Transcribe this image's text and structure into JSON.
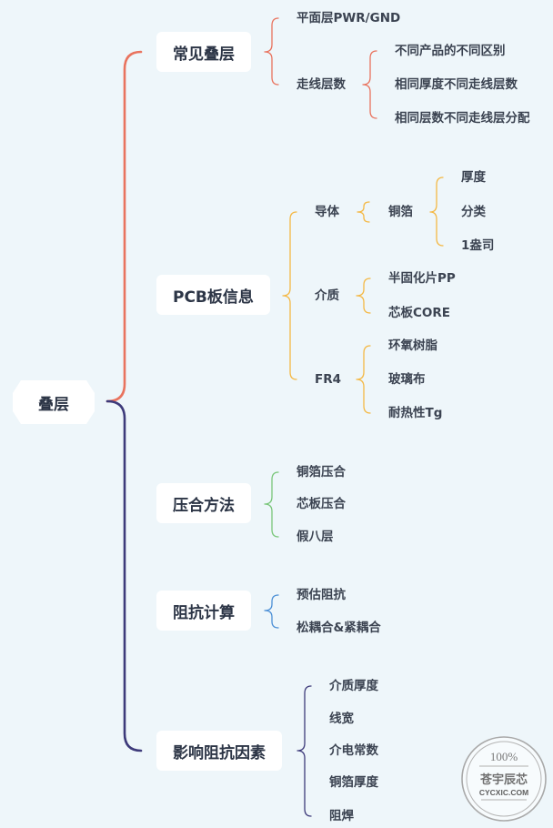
{
  "colors": {
    "background": "#eef6fa",
    "node_fill": "#ffffff",
    "text_main": "#2c3546",
    "text_sub": "#3b4351",
    "root_upper_branch": "#e9735e",
    "root_lower_branch": "#3d3a7a",
    "stacking_branch": "#e9735e",
    "pcb_branch": "#f4b844",
    "lamination_branch": "#79c679",
    "impedance_calc_branch": "#4b8fd6",
    "impedance_factors_branch": "#3d3a7a"
  },
  "root": {
    "label": "叠层"
  },
  "topics": [
    {
      "label": "常见叠层",
      "children": [
        {
          "label": "平面层PWR/GND"
        },
        {
          "label": "走线层数",
          "children": [
            {
              "label": "不同产品的不同区别"
            },
            {
              "label": "相同厚度不同走线层数"
            },
            {
              "label": "相同层数不同走线层分配"
            }
          ]
        }
      ]
    },
    {
      "label": "PCB板信息",
      "children": [
        {
          "label": "导体",
          "children": [
            {
              "label": "铜箔",
              "children": [
                {
                  "label": "厚度"
                },
                {
                  "label": "分类"
                },
                {
                  "label": "1盎司"
                }
              ]
            }
          ]
        },
        {
          "label": "介质",
          "children": [
            {
              "label": "半固化片PP"
            },
            {
              "label": "芯板CORE"
            }
          ]
        },
        {
          "label": "FR4",
          "children": [
            {
              "label": "环氧树脂"
            },
            {
              "label": "玻璃布"
            },
            {
              "label": "耐热性Tg"
            }
          ]
        }
      ]
    },
    {
      "label": "压合方法",
      "children": [
        {
          "label": "铜箔压合"
        },
        {
          "label": "芯板压合"
        },
        {
          "label": "假八层"
        }
      ]
    },
    {
      "label": "阻抗计算",
      "children": [
        {
          "label": "预估阻抗"
        },
        {
          "label": "松耦合&紧耦合"
        }
      ]
    },
    {
      "label": "影响阻抗因素",
      "children": [
        {
          "label": "介质厚度"
        },
        {
          "label": "线宽"
        },
        {
          "label": "介电常数"
        },
        {
          "label": "铜箔厚度"
        },
        {
          "label": "阻焊"
        }
      ]
    }
  ],
  "watermark": {
    "percent": "100%",
    "name": "苍宇辰芯",
    "site": "CYCXIC.COM"
  }
}
